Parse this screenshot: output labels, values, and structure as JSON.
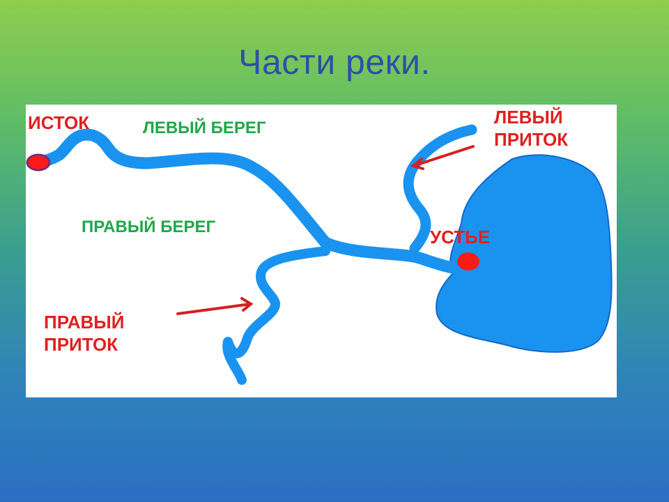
{
  "title": "Части реки.",
  "labels": {
    "source": "ИСТОК",
    "left_bank": "ЛЕВЫЙ БЕРЕГ",
    "right_bank": "ПРАВЫЙ БЕРЕГ",
    "left_tributary": "ЛЕВЫЙ\nПРИТОК",
    "right_tributary": "ПРАВЫЙ\nПРИТОК",
    "mouth": "УСТЬЕ"
  },
  "colors": {
    "water": "#1a93f0",
    "water_outline": "#1467c6",
    "label_red": "#e02020",
    "label_green": "#1fa84a",
    "title": "#2e4fa8",
    "marker": "#ff1a1a",
    "arrow": "#d42020"
  }
}
